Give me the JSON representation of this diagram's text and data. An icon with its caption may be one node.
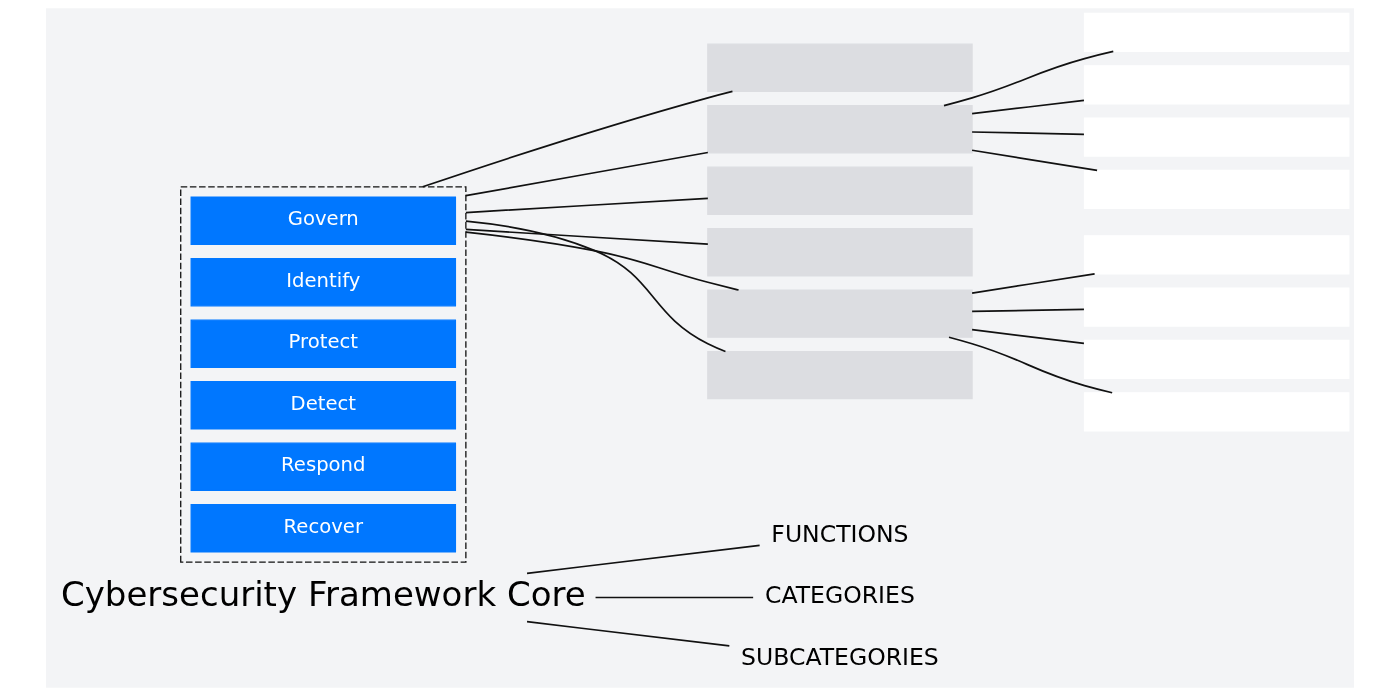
{
  "diagram": {
    "nodes": [
      {
        "text": [
          "Cybersecurity Framework Core"
        ]
      },
      {
        "text": [
          "FUNCTIONS"
        ]
      },
      {
        "text": [
          "CATEGORIES"
        ]
      },
      {
        "text": [
          "SUBCATEGORIES"
        ]
      },
      {
        "text": [],
        "shape": "box"
      },
      {
        "text": [
          "Govern"
        ],
        "in": 4
      },
      {
        "text": [
          "Identify"
        ],
        "in": 4
      },
      {
        "text": [
          "Protect"
        ],
        "in": 4
      },
      {
        "text": [
          "Detect"
        ],
        "in": 4
      },
      {
        "text": [
          "Respond"
        ],
        "in": 4
      },
      {
        "text": [
          "Recover"
        ],
        "in": 4
      },
      {
        "text": [],
        "shape": "box"
      },
      {
        "text": [],
        "shape": "box"
      },
      {
        "text": [],
        "shape": "box"
      },
      {
        "text": [],
        "shape": "box"
      },
      {
        "text": [],
        "shape": "box"
      },
      {
        "text": [],
        "shape": "box"
      },
      {
        "text": [],
        "shape": "box"
      },
      {
        "text": [],
        "shape": "box"
      },
      {
        "text": [],
        "shape": "box"
      },
      {
        "text": [],
        "shape": "box"
      },
      {
        "text": [],
        "shape": "box"
      },
      {
        "text": [],
        "shape": "box"
      },
      {
        "text": [],
        "shape": "box"
      },
      {
        "text": [],
        "shape": "box"
      }
    ],
    "edges": [
      {
        "from": 0,
        "to": 1,
        "arrow": "none"
      },
      {
        "from": 0,
        "to": 2,
        "arrow": "none"
      },
      {
        "from": 0,
        "to": 3,
        "arrow": "none"
      },
      {
        "from": 4,
        "to": 11,
        "arrow": "none"
      },
      {
        "from": 4,
        "to": 12,
        "arrow": "none"
      },
      {
        "from": 4,
        "to": 13,
        "arrow": "none"
      },
      {
        "from": 4,
        "to": 14,
        "arrow": "none"
      },
      {
        "from": 4,
        "to": 15,
        "arrow": "none"
      },
      {
        "from": 4,
        "to": 16,
        "arrow": "none"
      },
      {
        "from": 12,
        "to": 17,
        "arrow": "none"
      },
      {
        "from": 12,
        "to": 18,
        "arrow": "none"
      },
      {
        "from": 12,
        "to": 19,
        "arrow": "none"
      },
      {
        "from": 12,
        "to": 20,
        "arrow": "none"
      },
      {
        "from": 15,
        "to": 21,
        "arrow": "none"
      },
      {
        "from": 15,
        "to": 22,
        "arrow": "none"
      },
      {
        "from": 15,
        "to": 23,
        "arrow": "none"
      },
      {
        "from": 15,
        "to": 24,
        "arrow": "none"
      }
    ]
  }
}
